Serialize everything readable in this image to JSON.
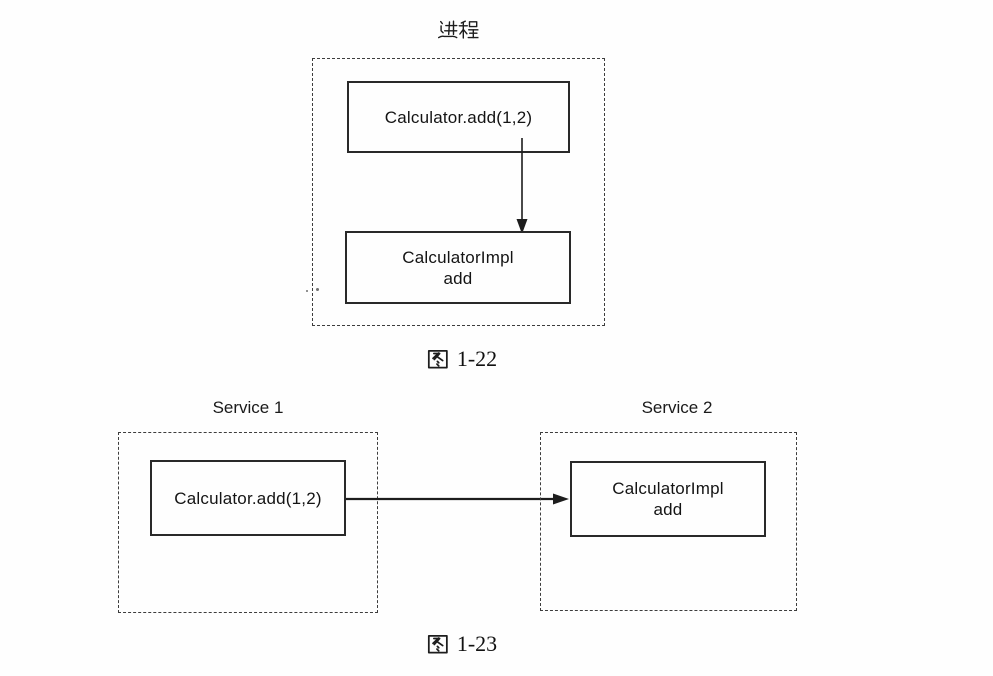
{
  "document": {
    "background_color": "#fefefe",
    "ink_color": "#1d1d1d"
  },
  "figure_1_22": {
    "process_label": "进程",
    "caller_box_label": "Calculator.add(1,2)",
    "callee_box_line1": "CalculatorImpl",
    "callee_box_line2": "add",
    "caption": "图 1-22",
    "caption_number": "1-22"
  },
  "figure_1_23": {
    "service1_label": "Service 1",
    "service2_label": "Service 2",
    "caller_box_label": "Calculator.add(1,2)",
    "callee_box_line1": "CalculatorImpl",
    "callee_box_line2": "add",
    "caption": "图 1-23",
    "caption_number": "1-23"
  }
}
